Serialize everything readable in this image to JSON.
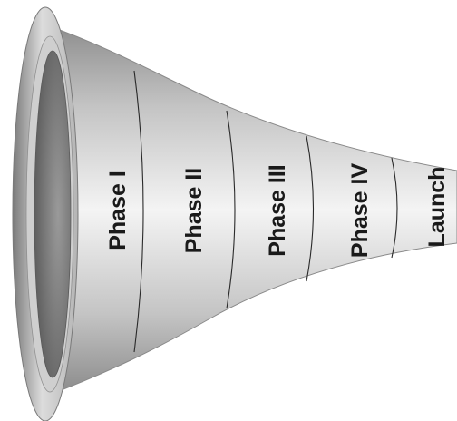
{
  "funnel": {
    "stages": [
      {
        "label": "Phase I"
      },
      {
        "label": "Phase II"
      },
      {
        "label": "Phase III"
      },
      {
        "label": "Phase IV"
      },
      {
        "label": "Launch"
      }
    ],
    "colors": {
      "body_light": "#f2f2f2",
      "body_dark": "#8c8c8c",
      "rim_dark": "#6e6e6e",
      "divider": "#2a2a2a",
      "label": "#1a1a1a"
    }
  }
}
